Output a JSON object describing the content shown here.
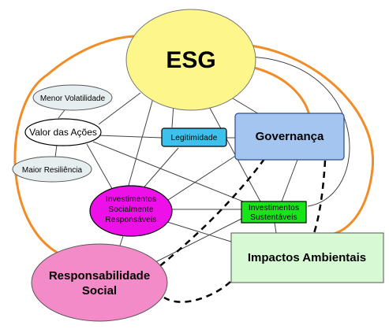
{
  "nodes": {
    "esg": {
      "lines": [
        "ESG"
      ],
      "color": "#fdf68a"
    },
    "governanca": {
      "lines": [
        "Governança"
      ],
      "color": "#a4c5ef"
    },
    "legitimidade": {
      "lines": [
        "Legitimidade"
      ],
      "color": "#3cc0ec"
    },
    "valor_acoes": {
      "lines": [
        "Valor das Ações"
      ],
      "color": "#ffffff"
    },
    "menor_volatilidade": {
      "lines": [
        "Menor Volatilidade"
      ],
      "color": "#e7eef0"
    },
    "maior_resiliencia": {
      "lines": [
        "Maior Resiliência"
      ],
      "color": "#e7eef0"
    },
    "isr": {
      "lines": [
        "Investimentos",
        "Socialmente",
        "Responsáveis"
      ],
      "color": "#ee10e8"
    },
    "inv_sustentaveis": {
      "lines": [
        "Investimentos",
        "Sustentáveis"
      ],
      "color": "#17e51a"
    },
    "impactos_ambientais": {
      "lines": [
        "Impactos Ambientais"
      ],
      "color": "#d7f9d3"
    },
    "resp_social": {
      "lines": [
        "Responsabilidade",
        "Social"
      ],
      "color": "#f38bc8"
    }
  },
  "colors": {
    "outer_loop": "#f28c28",
    "connector": "#444444",
    "dashed": "#000000"
  }
}
